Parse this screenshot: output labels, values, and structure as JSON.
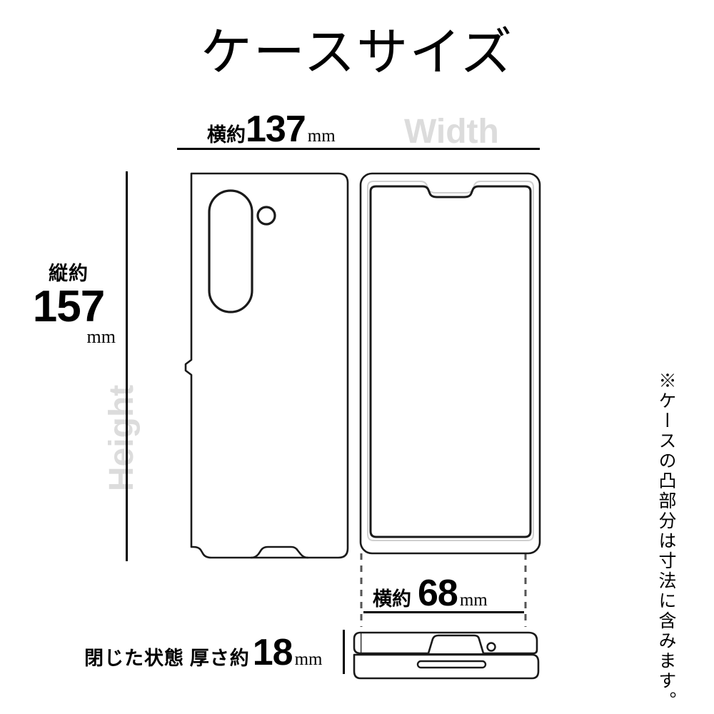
{
  "page": {
    "title": "ケースサイズ",
    "background_color": "#ffffff",
    "ink_color": "#000000",
    "ghost_color": "#dcdcdc"
  },
  "dimensions": {
    "width": {
      "prefix": "横約",
      "value": "137",
      "unit": "mm",
      "ghost_label": "Width"
    },
    "height": {
      "prefix": "縦約",
      "value": "157",
      "unit": "mm",
      "ghost_label": "Height"
    },
    "folded_width": {
      "prefix": "横約",
      "value": "68",
      "unit": "mm"
    },
    "thickness": {
      "prefix": "閉じた状態 厚さ約",
      "value": "18",
      "unit": "mm"
    }
  },
  "note": {
    "text": "※ケースの凸部分は寸法に含みます。"
  },
  "chart_data": {
    "type": "table",
    "title": "ケースサイズ",
    "categories": [
      "横約 (Width)",
      "縦約 (Height)",
      "横約 (folded)",
      "閉じた状態 厚さ約"
    ],
    "values": [
      137,
      157,
      68,
      18
    ],
    "unit": "mm"
  }
}
